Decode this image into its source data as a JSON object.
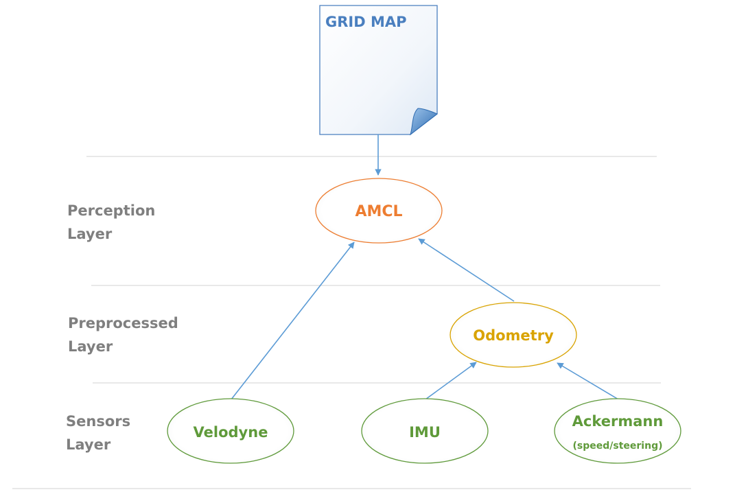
{
  "map": {
    "label": "GRID MAP"
  },
  "layers": {
    "perception": {
      "line1": "Perception",
      "line2": "Layer"
    },
    "preprocessed": {
      "line1": "Preprocessed",
      "line2": "Layer"
    },
    "sensors": {
      "line1": "Sensors",
      "line2": "Layer"
    }
  },
  "nodes": {
    "amcl": {
      "label": "AMCL"
    },
    "odometry": {
      "label": "Odometry"
    },
    "velodyne": {
      "label": "Velodyne"
    },
    "imu": {
      "label": "IMU"
    },
    "ackermann": {
      "label": "Ackermann",
      "sublabel": "(speed/steering)"
    }
  },
  "colors": {
    "map_text": "#4a7fbf",
    "arrow": "#5b9bd5",
    "perception": "#ed7d31",
    "preprocessed": "#d9a300",
    "sensors": "#5f9a3a",
    "layer_text": "#7f7f7f",
    "separator": "#d9d9d9"
  }
}
